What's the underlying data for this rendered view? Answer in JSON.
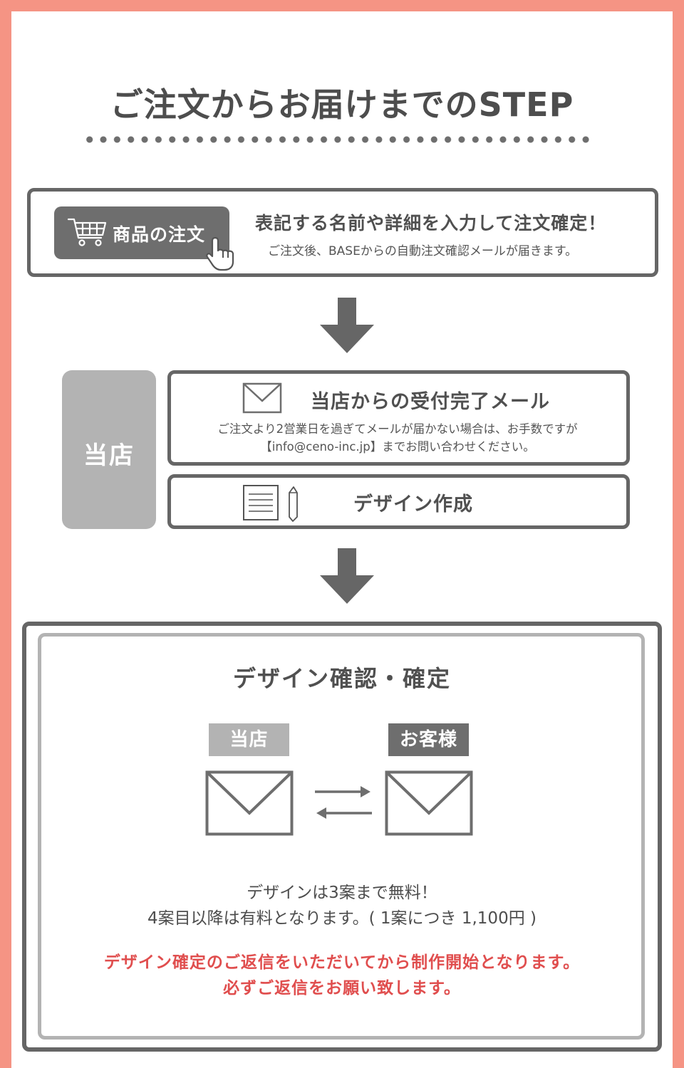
{
  "title": "ご注文からお届けまでのSTEP",
  "step1": {
    "button_label": "商品の注文",
    "main_text": "表記する名前や詳細を入力して注文確定！",
    "sub_text": "ご注文後、BASEからの自動注文確認メールが届きます。",
    "icons": [
      "cart-icon",
      "hand-pointer-icon"
    ]
  },
  "store": {
    "side_label": "当店",
    "mail": {
      "heading": "当店からの受付完了メール",
      "note_line1": "ご注文より2営業日を過ぎてメールが届かない場合は、お手数ですが",
      "note_line2": "【info@ceno-inc.jp】までお問い合わせください。",
      "icon": "envelope-icon"
    },
    "design": {
      "heading": "デザイン作成",
      "icons": [
        "document-icon",
        "pencil-icon"
      ]
    }
  },
  "confirm": {
    "title": "デザイン確認・確定",
    "store_tag": "当店",
    "customer_tag": "お客様",
    "free_line1": "デザインは3案まで無料！",
    "free_line2": "4案目以降は有料となります。( 1案につき 1,100円 )",
    "red_line1": "デザイン確定のご返信をいただいてから制作開始となります。",
    "red_line2": "必ずご返信をお願い致します。",
    "icons": [
      "envelope-icon",
      "exchange-arrows-icon"
    ]
  },
  "colors": {
    "frame": "#f59484",
    "dark_gray": "#666666",
    "light_gray": "#b3b3b3",
    "accent_red": "#e04e4e"
  }
}
